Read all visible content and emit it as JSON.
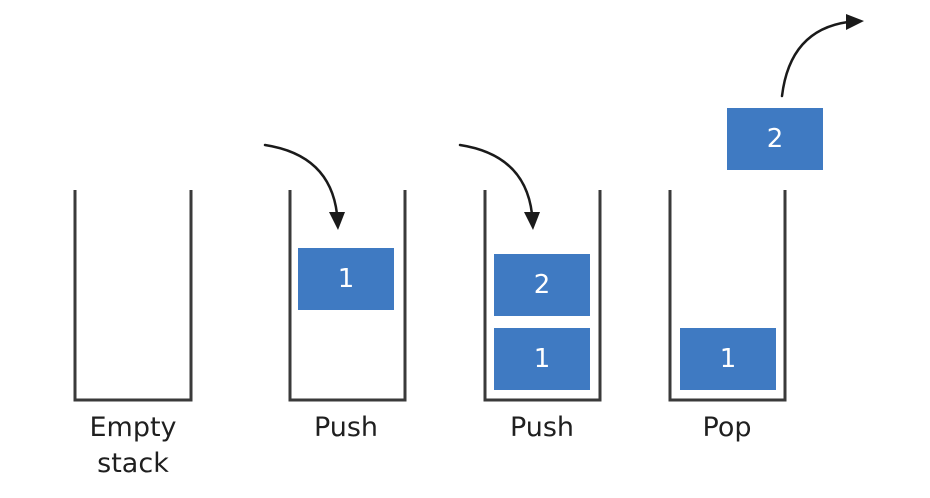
{
  "colors": {
    "block": "#3f7ac2",
    "container": "#3a3a3a",
    "arrow": "#1a1a1a"
  },
  "stages": [
    {
      "caption_lines": [
        "Empty",
        "stack"
      ],
      "blocks": [],
      "arrow": "none"
    },
    {
      "caption_lines": [
        "Push"
      ],
      "blocks": [
        "1"
      ],
      "arrow": "push-in"
    },
    {
      "caption_lines": [
        "Push"
      ],
      "blocks": [
        "2",
        "1"
      ],
      "arrow": "push-in"
    },
    {
      "caption_lines": [
        "Pop"
      ],
      "blocks": [
        "1"
      ],
      "popped_block": "2",
      "arrow": "pop-out"
    }
  ]
}
